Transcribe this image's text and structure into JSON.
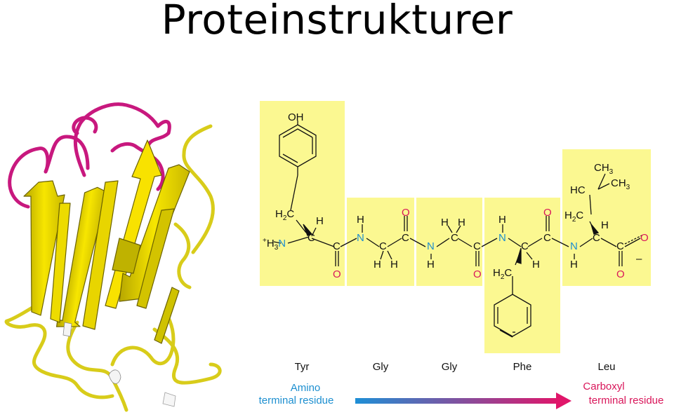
{
  "title": "Proteinstrukturer",
  "residues": [
    {
      "abbr": "Tyr"
    },
    {
      "abbr": "Gly"
    },
    {
      "abbr": "Gly"
    },
    {
      "abbr": "Phe"
    },
    {
      "abbr": "Leu"
    }
  ],
  "amino_terminal": {
    "line1": "Amino",
    "line2": "terminal residue"
  },
  "carboxyl_terminal": {
    "line1": "Carboxyl",
    "line2": "terminal residue"
  },
  "colors": {
    "highlight": "#fbf891",
    "nitrogen": "#1d8fd0",
    "oxygen": "#d9165a",
    "ribbon_yellow": "#f5e400",
    "ribbon_magenta": "#c8187e",
    "arrow_start": "#1e8fd6",
    "arrow_end": "#e0166a"
  },
  "atoms": {
    "OH": "OH",
    "H": "H",
    "N": "N",
    "C": "C",
    "O": "O",
    "H2C": "H2C",
    "HC": "HC",
    "CH3": "CH3",
    "H3N": "H3N",
    "charge_plus": "+",
    "charge_minus": "–"
  }
}
